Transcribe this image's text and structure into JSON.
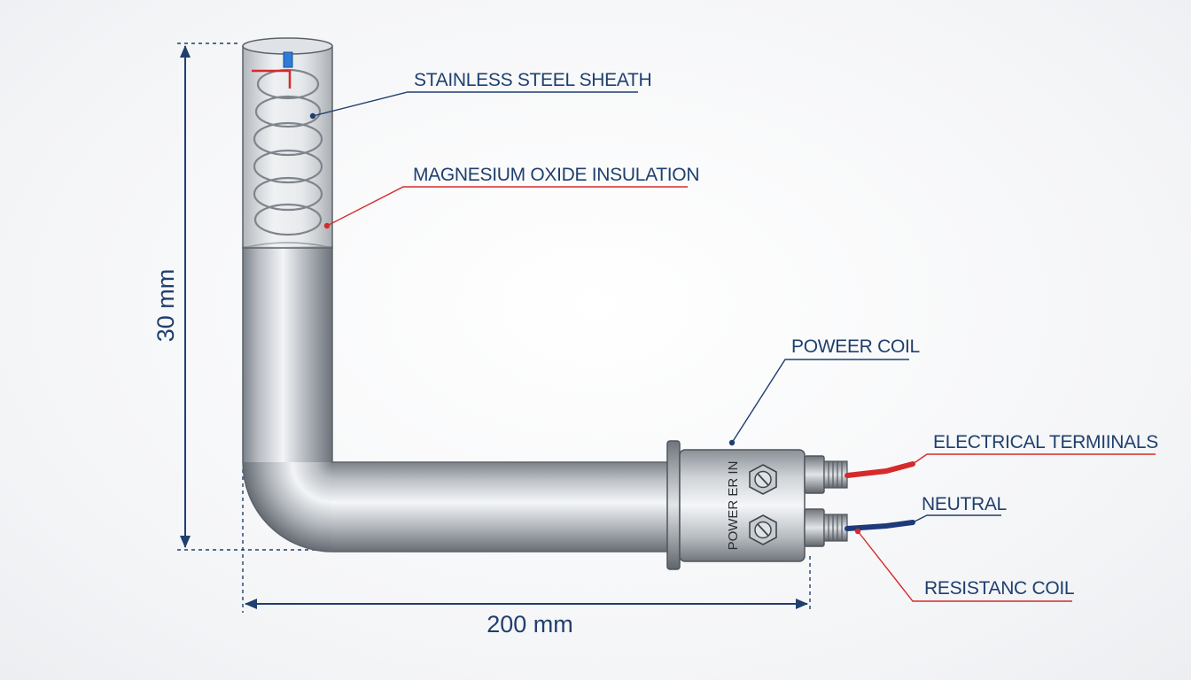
{
  "colors": {
    "dimension": "#1f3f6e",
    "leader_blue": "#1f3f6e",
    "leader_red": "#d62a2a",
    "steel_light": "#e3e6ea",
    "steel_dark": "#6f757c",
    "wire_red": "#d62a2a",
    "wire_blue": "#1d3a7a"
  },
  "dimensions": {
    "vertical": "30 mm",
    "horizontal": "200 mm"
  },
  "callouts": {
    "sheath": "STAINLESS STEEL SHEATH",
    "insulation": "MAGNESIUM OXIDE INSULATION",
    "power_coil": "POWEER COIL",
    "terminals": "ELECTRICAL TERMIINALS",
    "neutral": "NEUTRAL",
    "resistance": "RESISTANC COIL"
  },
  "housing_text": "POWER ER IN"
}
